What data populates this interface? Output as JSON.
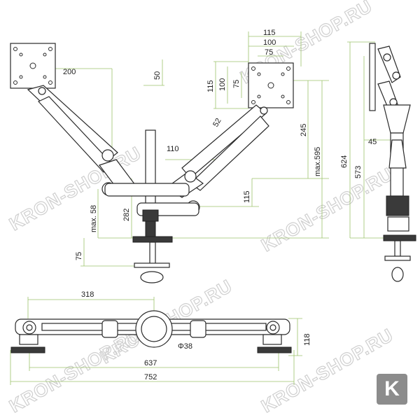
{
  "watermark": {
    "text": "KRON-SHOP.RU"
  },
  "badge": {
    "letter": "K"
  },
  "front_view": {
    "dims": {
      "d200": "200",
      "d50": "50",
      "d115_top": "115",
      "d100_top": "100",
      "d75_top": "75",
      "d115_v": "115",
      "d100_v": "100",
      "d75_v": "75",
      "d52": "52",
      "d110": "110",
      "d245": "245",
      "dmax595": "max.595",
      "d115_low": "115",
      "dmax58": "max. 58",
      "d282": "282",
      "d75_clamp": "75"
    }
  },
  "side_view": {
    "dims": {
      "d624": "624",
      "d573": "573",
      "d45": "45"
    }
  },
  "top_view": {
    "dims": {
      "d318": "318",
      "d118": "118",
      "d637": "637",
      "d752": "752",
      "dphi38": "Φ38"
    }
  },
  "colors": {
    "dimension_line": "#9cc36b",
    "drawing_ink": "#2a2a2a",
    "badge": "#8c8c8c"
  }
}
